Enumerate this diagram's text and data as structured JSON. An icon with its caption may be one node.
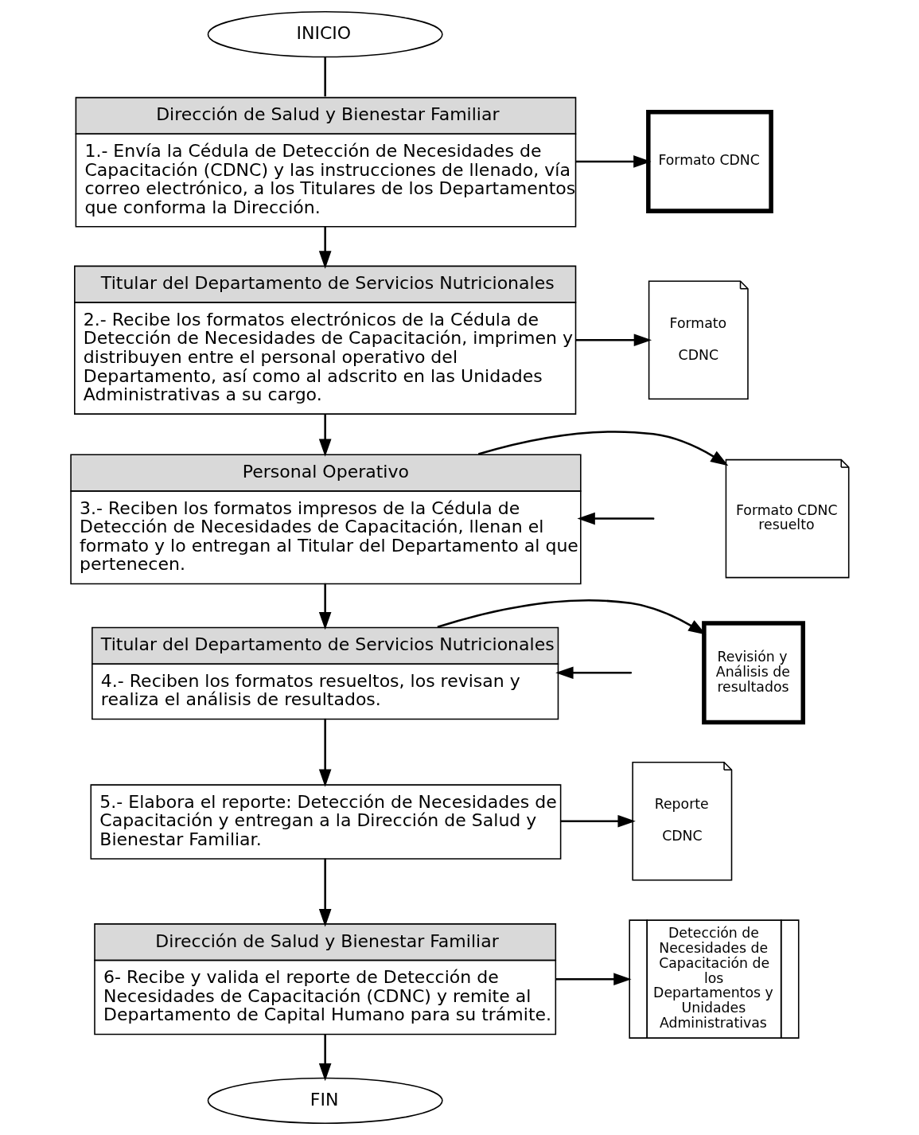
{
  "diagram": {
    "nodes": [
      {
        "text": [
          "INICIO"
        ]
      },
      {
        "text": [
          "Dirección de Salud y Bienestar Familiar",
          "1.- Envía la Cédula de Detección de Necesidades de Capacitación (CDNC) y las instrucciones de llenado, vía correo electrónico, a los Titulares de los Departamentos que conforma la Dirección."
        ]
      },
      {
        "text": [
          "Formato CDNC"
        ]
      },
      {
        "text": [
          "Titular del Departamento de Servicios Nutricionales",
          "2.- Recibe los formatos electrónicos de la Cédula de Detección de Necesidades de Capacitación, imprimen y distribuyen entre el personal operativo del Departamento, así como al adscrito en las Unidades Administrativas a su cargo."
        ]
      },
      {
        "text": [
          "Formato",
          "CDNC"
        ]
      },
      {
        "text": [
          "Personal Operativo",
          "3.- Reciben los formatos impresos de la Cédula de Detección de Necesidades de Capacitación, llenan el formato y lo entregan al Titular del Departamento al que pertenecen."
        ]
      },
      {
        "text": [
          "Formato CDNC resuelto"
        ]
      },
      {
        "text": [
          "Titular del Departamento de Servicios Nutricionales",
          "4.- Reciben los formatos resueltos, los revisan y realiza el análisis de resultados."
        ]
      },
      {
        "text": [
          "Revisión y Análisis de resultados"
        ]
      },
      {
        "text": [
          "5.- Elabora el reporte: Detección de Necesidades de Capacitación y entregan a la Dirección de Salud y Bienestar Familiar."
        ]
      },
      {
        "text": [
          "Reporte",
          "CDNC"
        ]
      },
      {
        "text": [
          "Dirección de Salud y Bienestar Familiar",
          "6- Recibe y valida el reporte de Detección de Necesidades de Capacitación (CDNC) y remite al Departamento de Capital Humano para su trámite."
        ]
      },
      {
        "text": [
          "Detección de Necesidades de Capacitación de los Departamentos y Unidades Administrativas"
        ]
      },
      {
        "text": [
          "FIN"
        ]
      }
    ],
    "edges": [
      {
        "from": 0,
        "to": 1,
        "arrow": "none"
      },
      {
        "from": 1,
        "to": 2,
        "arrow": "to"
      },
      {
        "from": 1,
        "to": 3,
        "arrow": "to"
      },
      {
        "from": 3,
        "to": 4,
        "arrow": "to"
      },
      {
        "from": 3,
        "to": 5,
        "arrow": "to"
      },
      {
        "from": null,
        "to": 5,
        "arrow": "to"
      },
      {
        "from": 5,
        "to": 6,
        "arrow": "to"
      },
      {
        "from": 5,
        "to": 7,
        "arrow": "to"
      },
      {
        "from": null,
        "to": 7,
        "arrow": "to"
      },
      {
        "from": 7,
        "to": 8,
        "arrow": "to"
      },
      {
        "from": 7,
        "to": 9,
        "arrow": "to"
      },
      {
        "from": 9,
        "to": 10,
        "arrow": "to"
      },
      {
        "from": 9,
        "to": 11,
        "arrow": "to"
      },
      {
        "from": 11,
        "to": 12,
        "arrow": "to"
      },
      {
        "from": 11,
        "to": 13,
        "arrow": "to"
      }
    ]
  }
}
